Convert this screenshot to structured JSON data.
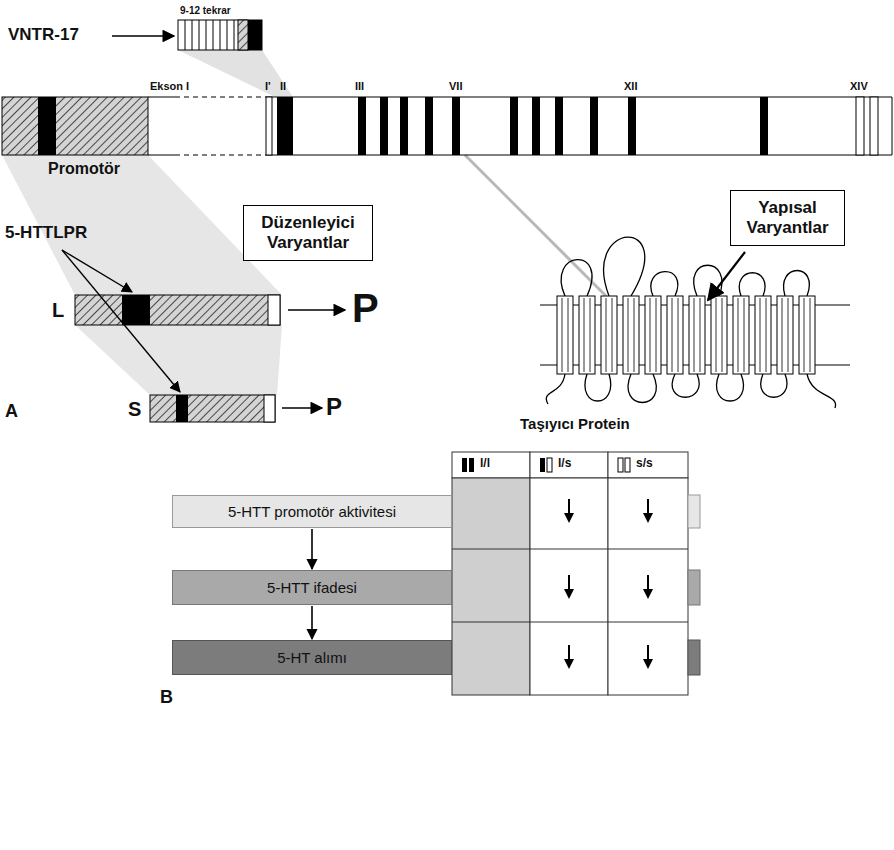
{
  "diagram": {
    "nodes": [
      {
        "text": [
          "Düzenleyici Varyantlar"
        ]
      },
      {
        "text": [
          "Yapısal Varyantlar"
        ]
      },
      {
        "text": [
          "5-HTT promotör aktivitesi"
        ]
      },
      {
        "text": [
          "5-HTT ifadesi"
        ]
      },
      {
        "text": [
          "5-HT alımı"
        ]
      }
    ],
    "edges": [
      {
        "from": 2,
        "to": 3,
        "arrow": "to"
      },
      {
        "from": 3,
        "to": 4,
        "arrow": "to"
      }
    ],
    "labels": [
      "9-12 tekrar",
      "VNTR-17",
      "Ekson I",
      "I'",
      "II",
      "III",
      "VII",
      "XII",
      "XIV",
      "Promotör",
      "5-HTTLPR",
      "L",
      "P",
      "S",
      "P",
      "Taşıyıcı Protein",
      "A",
      "l/l",
      "l/s",
      "s/s",
      "B"
    ]
  }
}
